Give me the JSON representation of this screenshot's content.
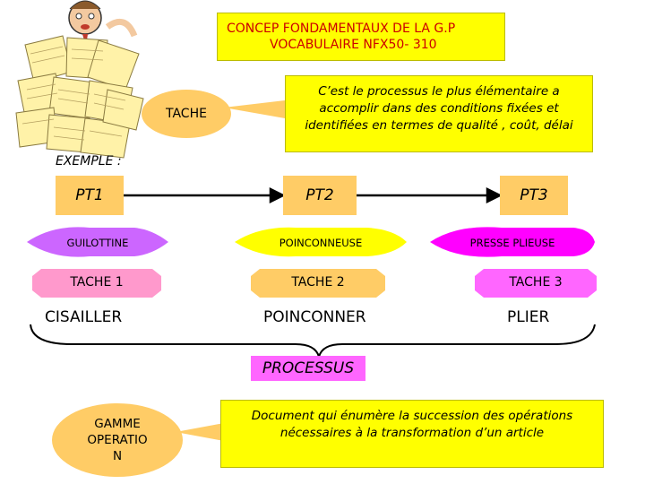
{
  "header": {
    "title_line1": "CONCEP FONDAMENTAUX DE LA G.P",
    "title_line2": "VOCABULAIRE  NFX50- 310"
  },
  "definition": {
    "term": "TACHE",
    "text": "C’est le processus le plus élémentaire a accomplir dans des conditions fixées et identifiées en termes de qualité , coût, délai"
  },
  "example_label": "EXEMPLE :",
  "stations": [
    {
      "post": "PT1",
      "machine": "GUILOTTINE",
      "task": "TACHE  1",
      "operation": "CISAILLER"
    },
    {
      "post": "PT2",
      "machine": "POINCONNEUSE",
      "task": "TACHE  2",
      "operation": "POINCONNER"
    },
    {
      "post": "PT3",
      "machine": "PRESSE PLIEUSE",
      "task": "TACHE  3",
      "operation": "PLIER"
    }
  ],
  "process_label": "PROCESSUS",
  "gamme": {
    "term": "GAMME OPERATIO N",
    "text": "Document qui énumère la succession des opérations nécessaires à la transformation d’un article"
  },
  "colors": {
    "title_bg": "#ffff00",
    "title_text": "#cc0000",
    "bubble": "#ffcc66",
    "machine_1": "#cc66ff",
    "machine_2": "#ffff00",
    "machine_3": "#ff00ff",
    "task_1": "#ff99cc",
    "task_2": "#ffcc66",
    "task_3": "#ff66ff",
    "process": "#ff66ff",
    "arrow": "#000000"
  }
}
